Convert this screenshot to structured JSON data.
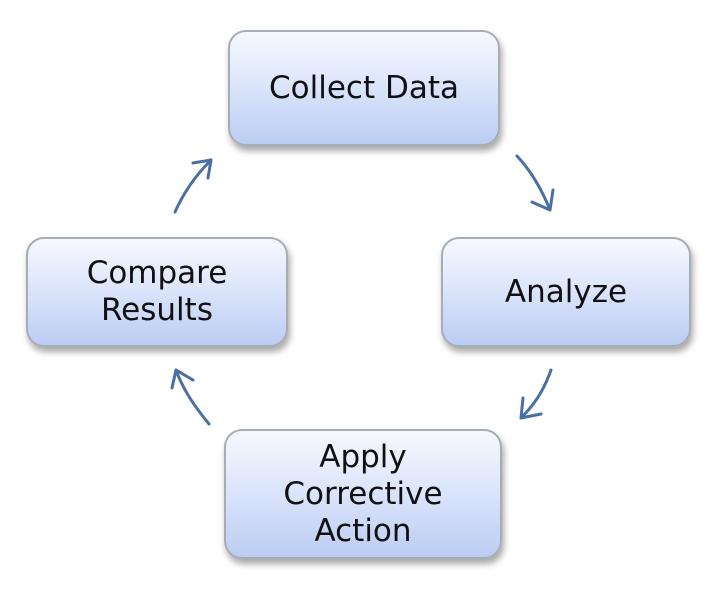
{
  "diagram": {
    "type": "cycle",
    "nodes": [
      {
        "id": "collect",
        "lines": [
          "Collect Data"
        ]
      },
      {
        "id": "analyze",
        "lines": [
          "Analyze"
        ]
      },
      {
        "id": "apply",
        "lines": [
          "Apply",
          "Corrective",
          "Action"
        ]
      },
      {
        "id": "compare",
        "lines": [
          "Compare",
          "Results"
        ]
      }
    ],
    "edges": [
      {
        "from": "collect",
        "to": "analyze"
      },
      {
        "from": "analyze",
        "to": "apply"
      },
      {
        "from": "apply",
        "to": "compare"
      },
      {
        "from": "compare",
        "to": "collect"
      }
    ],
    "colors": {
      "box_top": "#f6f8fe",
      "box_bottom": "#bccdf3",
      "box_border": "#a7adb5",
      "arrow": "#4a6fa3",
      "text": "#111111"
    }
  }
}
